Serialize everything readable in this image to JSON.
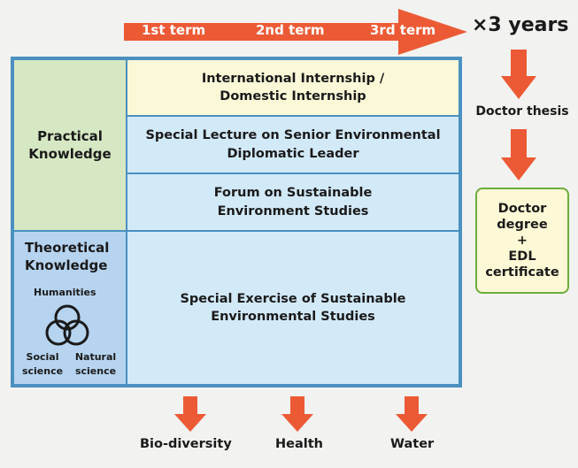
{
  "timeline": {
    "terms": [
      "1st term",
      "2nd term",
      "3rd term"
    ],
    "repeat": "×3 years"
  },
  "categories": {
    "practical": "Practical Knowledge",
    "theoretical": "Theoretical Knowledge"
  },
  "disciplines": {
    "humanities": "Humanities",
    "social": "Social science",
    "natural": "Natural science"
  },
  "programs": {
    "internship": "International Internship / Domestic Internship",
    "lecture": "Special Lecture on Senior Environmental Diplomatic Leader",
    "forum": "Forum on Sustainable Environment Studies",
    "exercise": "Special Exercise of Sustainable Environmental Studies"
  },
  "outcomes": {
    "thesis": "Doctor thesis",
    "degree_lines": [
      "Doctor",
      "degree",
      "+",
      "EDL",
      "certificate"
    ]
  },
  "themes": [
    "Bio-diversity",
    "Health",
    "Water"
  ],
  "colors": {
    "arrow": "#ec5a35",
    "border": "#4a90c0",
    "practical_bg": "#d6e8c3",
    "theoretical_bg": "#b6d4f0",
    "internship_bg": "#fbf8d8",
    "row_bg": "#d2e9f8",
    "degree_border": "#6bae3c"
  }
}
